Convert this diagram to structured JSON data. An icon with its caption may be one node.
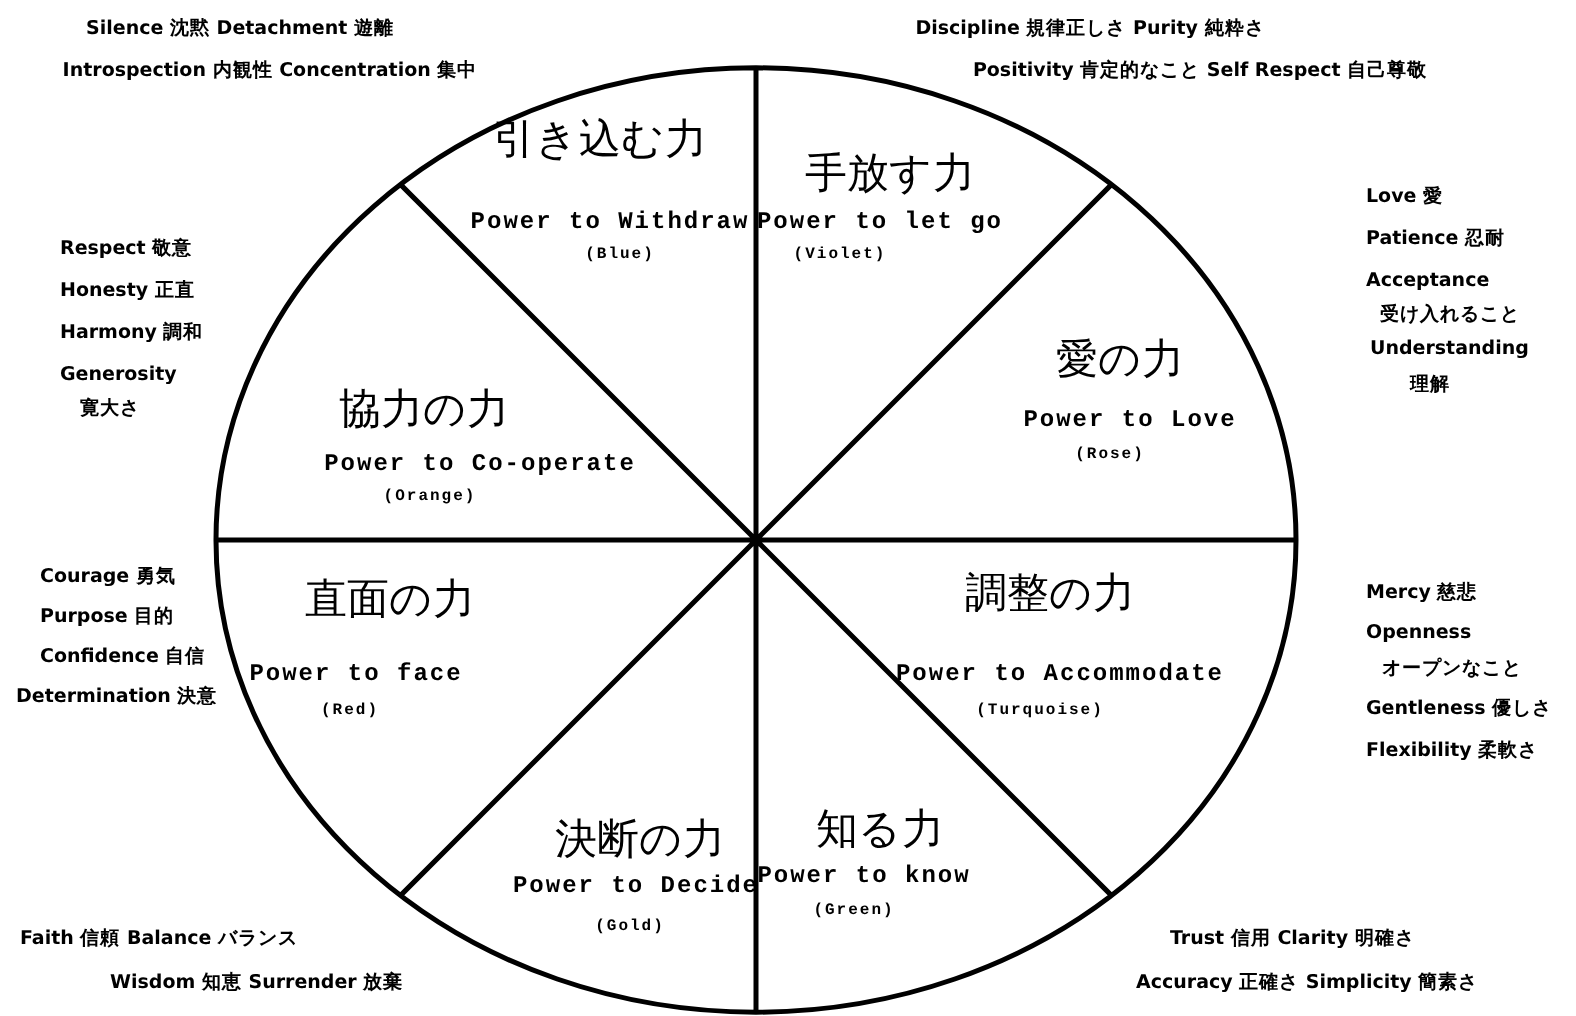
{
  "diagram": {
    "nodes": [
      {
        "text": [
          "引き込む力",
          "Power to Withdraw",
          "(Blue)"
        ]
      },
      {
        "text": [
          "手放す力",
          "Power to let go",
          "(Violet)"
        ]
      },
      {
        "text": [
          "協力の力",
          "Power to Co-operate",
          "(Orange)"
        ]
      },
      {
        "text": [
          "愛の力",
          "Power to Love",
          "(Rose)"
        ]
      },
      {
        "text": [
          "直面の力",
          "Power to face",
          "(Red)"
        ]
      },
      {
        "text": [
          "調整の力",
          "Power to Accommodate",
          "(Turquoise)"
        ]
      },
      {
        "text": [
          "決断の力",
          "Power to Decide",
          "(Gold)"
        ]
      },
      {
        "text": [
          "知る力",
          "Power to know",
          "(Green)"
        ]
      }
    ],
    "labels": [
      "Silence 沈黙 Detachment 遊離",
      "Introspection 内観性 Concentration 集中",
      "Discipline 規律正しさ Purity 純粋さ",
      "Positivity 肯定的なこと Self Respect 自己尊敬",
      "Respect 敬意",
      "Honesty 正直",
      "Harmony 調和",
      "Generosity",
      "寛大さ",
      "Love 愛",
      "Patience 忍耐",
      "Acceptance",
      "受け入れること",
      "Understanding",
      "理解",
      "Courage 勇気",
      "Purpose 目的",
      "Confidence 自信",
      "Determination 決意",
      "Mercy 慈悲",
      "Openness",
      "オープンなこと",
      "Gentleness 優しさ",
      "Flexibility 柔軟さ",
      "Faith 信頼 Balance バランス",
      "Wisdom 知恵 Surrender 放棄",
      "Trust 信用 Clarity 明確さ",
      "Accuracy 正確さ Simplicity 簡素さ"
    ]
  }
}
